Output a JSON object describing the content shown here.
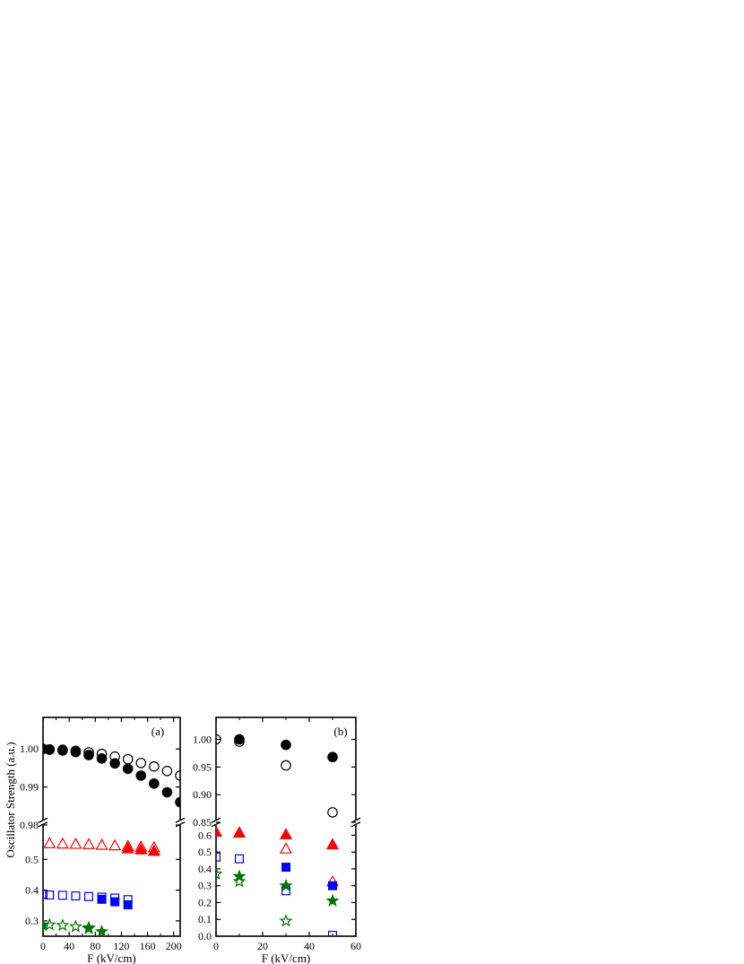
{
  "figure": {
    "ylabel": "Oscillator Strength (a.u.)"
  },
  "series_styles": [
    {
      "key": "c_f",
      "color": "#000000",
      "marker": "circle",
      "filled": true
    },
    {
      "key": "c_o",
      "color": "#000000",
      "marker": "circle",
      "filled": false
    },
    {
      "key": "t_f",
      "color": "#ff0000",
      "marker": "triangle",
      "filled": true
    },
    {
      "key": "t_o",
      "color": "#ff0000",
      "marker": "triangle",
      "filled": false
    },
    {
      "key": "s_f",
      "color": "#0000ff",
      "marker": "square",
      "filled": true
    },
    {
      "key": "s_o",
      "color": "#0000ff",
      "marker": "square",
      "filled": false
    },
    {
      "key": "st_f",
      "color": "#007700",
      "marker": "star",
      "filled": true
    },
    {
      "key": "st_o",
      "color": "#007700",
      "marker": "star",
      "filled": false
    }
  ],
  "chart_data": [
    {
      "type": "scatter",
      "panel_label": "(a)",
      "xlabel": "F (kV/cm)",
      "xlim": [
        0,
        210
      ],
      "xticks": [
        "0",
        "40",
        "80",
        "120",
        "160",
        "200"
      ],
      "y_axis_broken": true,
      "ylim_upper": [
        0.98,
        1.005
      ],
      "ylim_lower": [
        0.25,
        0.6
      ],
      "yticks_upper": [
        "0.98",
        "0.99",
        "1.00"
      ],
      "yticks_lower": [
        "0.3",
        "0.4",
        "0.5"
      ],
      "grid": false,
      "series": [
        {
          "style": "c_f",
          "x": [
            0,
            10,
            30,
            50,
            70,
            90,
            110,
            130,
            150,
            170,
            190,
            210
          ],
          "y": [
            1.0,
            0.9998,
            0.9996,
            0.9992,
            0.9984,
            0.9975,
            0.9962,
            0.9948,
            0.993,
            0.9909,
            0.9886,
            0.986
          ]
        },
        {
          "style": "c_o",
          "x": [
            0,
            10,
            30,
            50,
            70,
            90,
            110,
            130,
            150,
            170,
            190,
            210
          ],
          "y": [
            1.0,
            0.9999,
            0.9998,
            0.9995,
            0.9991,
            0.9987,
            0.998,
            0.9973,
            0.9963,
            0.9954,
            0.9942,
            0.993
          ]
        },
        {
          "style": "t_f",
          "x": [
            130,
            150,
            170
          ],
          "y": [
            0.535,
            0.532,
            0.527
          ]
        },
        {
          "style": "t_o",
          "x": [
            10,
            30,
            50,
            70,
            90,
            110,
            130,
            150,
            170
          ],
          "y": [
            0.552,
            0.551,
            0.55,
            0.549,
            0.547,
            0.545,
            0.543,
            0.541,
            0.539
          ]
        },
        {
          "style": "s_f",
          "x": [
            90,
            110,
            130
          ],
          "y": [
            0.37,
            0.362,
            0.352
          ]
        },
        {
          "style": "s_o",
          "x": [
            0,
            10,
            30,
            50,
            70,
            90,
            110,
            130
          ],
          "y": [
            0.386,
            0.384,
            0.383,
            0.381,
            0.379,
            0.377,
            0.374,
            0.369
          ]
        },
        {
          "style": "st_f",
          "x": [
            0,
            70,
            90
          ],
          "y": [
            0.285,
            0.275,
            0.265
          ]
        },
        {
          "style": "st_o",
          "x": [
            10,
            30,
            50,
            70
          ],
          "y": [
            0.287,
            0.285,
            0.281,
            0.278
          ]
        }
      ]
    },
    {
      "type": "scatter",
      "panel_label": "(b)",
      "xlabel": "F (kV/cm)",
      "xlim": [
        0,
        60
      ],
      "xticks": [
        "0",
        "20",
        "40",
        "60"
      ],
      "y_axis_broken": true,
      "ylim_upper": [
        0.85,
        1.03
      ],
      "ylim_lower": [
        0.0,
        0.65
      ],
      "yticks_upper": [
        "0.85",
        "0.90",
        "0.95",
        "1.00"
      ],
      "yticks_lower": [
        "0.0",
        "0.1",
        "0.2",
        "0.3",
        "0.4",
        "0.5",
        "0.6"
      ],
      "grid": false,
      "series": [
        {
          "style": "c_f",
          "x": [
            10,
            30,
            50
          ],
          "y": [
            1.0,
            0.99,
            0.968
          ]
        },
        {
          "style": "c_o",
          "x": [
            0,
            10,
            30,
            50
          ],
          "y": [
            1.0,
            0.996,
            0.953,
            0.868
          ]
        },
        {
          "style": "t_f",
          "x": [
            0,
            10,
            30,
            50
          ],
          "y": [
            0.62,
            0.615,
            0.605,
            0.545
          ]
        },
        {
          "style": "t_o",
          "x": [
            10,
            30,
            50
          ],
          "y": [
            0.615,
            0.52,
            0.325
          ]
        },
        {
          "style": "s_f",
          "x": [
            30,
            50
          ],
          "y": [
            0.41,
            0.3
          ]
        },
        {
          "style": "s_o",
          "x": [
            0,
            10,
            30,
            50
          ],
          "y": [
            0.47,
            0.46,
            0.27,
            0.005
          ]
        },
        {
          "style": "st_f",
          "x": [
            10,
            30,
            50
          ],
          "y": [
            0.355,
            0.3,
            0.21
          ]
        },
        {
          "style": "st_o",
          "x": [
            0,
            10,
            30
          ],
          "y": [
            0.37,
            0.325,
            0.09
          ]
        }
      ]
    }
  ]
}
